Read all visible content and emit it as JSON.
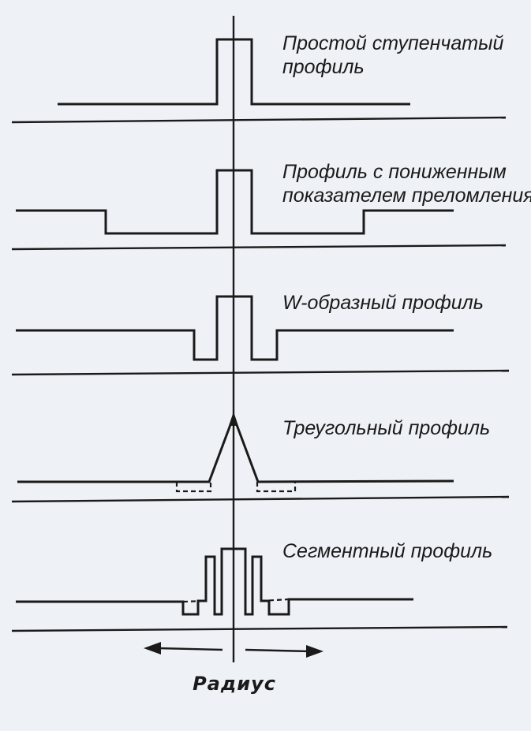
{
  "profiles": [
    {
      "lines": [
        "Простой ступенчатый",
        "профиль"
      ]
    },
    {
      "lines": [
        "Профиль с пониженным",
        "показателем преломления"
      ]
    },
    {
      "lines": [
        "W-образный профиль"
      ]
    },
    {
      "lines": [
        "Треугольный профиль"
      ]
    },
    {
      "lines": [
        "Сегментный профиль"
      ]
    }
  ],
  "axis": {
    "label": "Радиус"
  }
}
